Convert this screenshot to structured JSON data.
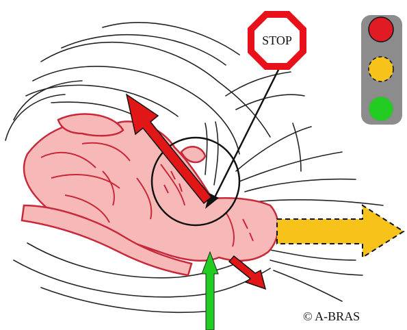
{
  "stop_sign": {
    "label": "STOP",
    "fill": "#ffffff",
    "border": "#e8101a"
  },
  "traffic_light": {
    "housing": "#8c8c8c",
    "lamps": [
      {
        "name": "red-lamp",
        "color": "#e01b24"
      },
      {
        "name": "yellow-lamp",
        "color": "#f7c21a"
      },
      {
        "name": "green-lamp",
        "color": "#22cc22"
      }
    ]
  },
  "arrows": {
    "red": "#e11616",
    "yellow": "#f7c21a",
    "green": "#22cc22"
  },
  "anatomy": {
    "fill": "#f7b9b7",
    "stroke": "#c8283a"
  },
  "copyright": "© A-BRAS"
}
